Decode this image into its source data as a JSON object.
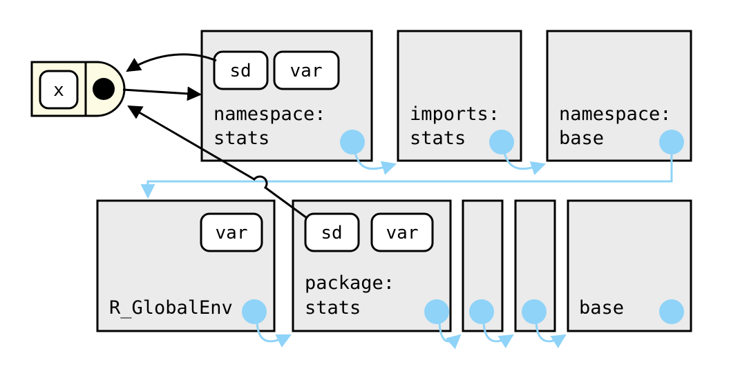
{
  "function_object": {
    "arg": "x"
  },
  "top_row": [
    {
      "label_line1": "namespace:",
      "label_line2": "stats",
      "bindings": [
        "sd",
        "var"
      ]
    },
    {
      "label_line1": "imports:",
      "label_line2": "stats",
      "bindings": []
    },
    {
      "label_line1": "namespace:",
      "label_line2": "base",
      "bindings": []
    }
  ],
  "bottom_row": [
    {
      "label_line1": "",
      "label_line2": "R_GlobalEnv",
      "bindings": [
        "var"
      ]
    },
    {
      "label_line1": "package:",
      "label_line2": "stats",
      "bindings": [
        "sd",
        "var"
      ]
    },
    {
      "label_line1": "",
      "label_line2": "",
      "bindings": []
    },
    {
      "label_line1": "",
      "label_line2": "",
      "bindings": []
    },
    {
      "label_line1": "",
      "label_line2": "base",
      "bindings": []
    }
  ],
  "colors": {
    "env_fill": "#ebebeb",
    "function_fill": "#fdfbe3",
    "parent_link": "#8fd3f8",
    "binding_fill": "#ffffff"
  }
}
